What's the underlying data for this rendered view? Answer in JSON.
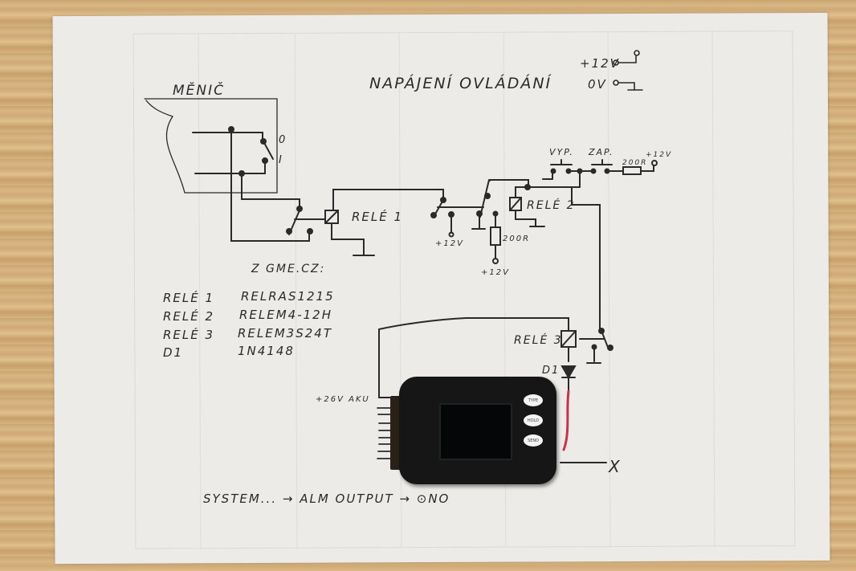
{
  "diagram": {
    "title": "NAPÁJENÍ OVLÁDÁNÍ",
    "power_supply": {
      "positive": "+12V",
      "ground": "0V"
    },
    "converter": {
      "label": "MĚNIČ",
      "switch_positions": [
        "0",
        "I"
      ]
    },
    "relays": [
      {
        "label": "RELÉ 1"
      },
      {
        "label": "RELÉ 2"
      },
      {
        "label": "RELÉ 3"
      }
    ],
    "buttons": [
      {
        "label": "VYP."
      },
      {
        "label": "ZAP."
      }
    ],
    "resistors": [
      {
        "label": "200R"
      },
      {
        "label": "200R"
      }
    ],
    "supply_labels": [
      "+12V",
      "+12V",
      "+12V"
    ],
    "diode": {
      "label": "D1"
    },
    "battery_label": "+26V AKU",
    "output_label": "X",
    "parts_source": "Z GME.CZ:",
    "parts_list": [
      {
        "ref": "RELÉ 1",
        "part": "RELRAS1215"
      },
      {
        "ref": "RELÉ 2",
        "part": "RELEM4-12H"
      },
      {
        "ref": "RELÉ 3",
        "part": "RELEM3S24T"
      },
      {
        "ref": "D1",
        "part": "1N4148"
      }
    ],
    "menu_note": "SYSTEM... → ALM OUTPUT → ⊙NO"
  },
  "device": {
    "buttons": [
      "TYPE",
      "HOLD",
      "SEND"
    ]
  },
  "colors": {
    "ink": "#2a2a2a",
    "wire_red": "#c8324e",
    "device_body": "#161616",
    "paper": "#ecebe8"
  }
}
